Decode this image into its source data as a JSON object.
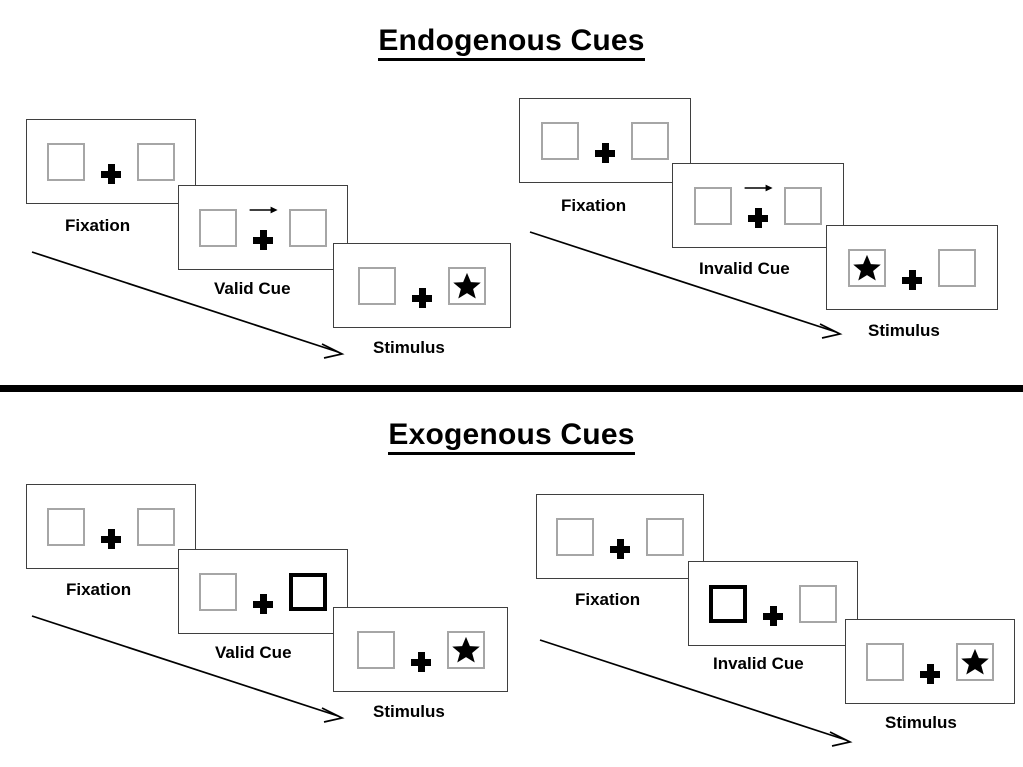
{
  "figure": {
    "title_top": "Endogenous Cues",
    "title_bottom": "Exogenous Cues"
  },
  "labels": {
    "fixation": "Fixation",
    "valid_cue": "Valid Cue",
    "invalid_cue": "Invalid Cue",
    "stimulus": "Stimulus"
  },
  "icons": {
    "fixation_cross": "plus-icon",
    "cue_arrow": "right-arrow-icon",
    "target": "star-icon",
    "time_arrow": "time-arrow-icon"
  },
  "colors": {
    "box_border": "#a6a6a6",
    "box_border_cued": "#000000",
    "frame_border": "#3f3f3f",
    "ink": "#000000",
    "background": "#ffffff"
  },
  "sections": [
    {
      "id": "endogenous",
      "title": "Endogenous Cues",
      "cue_type": "central-arrow",
      "sequences": [
        {
          "id": "endogenous-valid",
          "condition": "Valid Cue",
          "panels": [
            {
              "caption": "Fixation",
              "arrow": false,
              "left_box": {
                "star": false,
                "highlight": false
              },
              "right_box": {
                "star": false,
                "highlight": false
              }
            },
            {
              "caption": "Valid Cue",
              "arrow": true,
              "left_box": {
                "star": false,
                "highlight": false
              },
              "right_box": {
                "star": false,
                "highlight": false
              }
            },
            {
              "caption": "Stimulus",
              "arrow": false,
              "left_box": {
                "star": false,
                "highlight": false
              },
              "right_box": {
                "star": true,
                "highlight": false
              }
            }
          ]
        },
        {
          "id": "endogenous-invalid",
          "condition": "Invalid Cue",
          "panels": [
            {
              "caption": "Fixation",
              "arrow": false,
              "left_box": {
                "star": false,
                "highlight": false
              },
              "right_box": {
                "star": false,
                "highlight": false
              }
            },
            {
              "caption": "Invalid Cue",
              "arrow": true,
              "left_box": {
                "star": false,
                "highlight": false
              },
              "right_box": {
                "star": false,
                "highlight": false
              }
            },
            {
              "caption": "Stimulus",
              "arrow": false,
              "left_box": {
                "star": true,
                "highlight": false
              },
              "right_box": {
                "star": false,
                "highlight": false
              }
            }
          ]
        }
      ]
    },
    {
      "id": "exogenous",
      "title": "Exogenous Cues",
      "cue_type": "peripheral-box-flash",
      "sequences": [
        {
          "id": "exogenous-valid",
          "condition": "Valid Cue",
          "panels": [
            {
              "caption": "Fixation",
              "arrow": false,
              "left_box": {
                "star": false,
                "highlight": false
              },
              "right_box": {
                "star": false,
                "highlight": false
              }
            },
            {
              "caption": "Valid Cue",
              "arrow": false,
              "left_box": {
                "star": false,
                "highlight": false
              },
              "right_box": {
                "star": false,
                "highlight": true
              }
            },
            {
              "caption": "Stimulus",
              "arrow": false,
              "left_box": {
                "star": false,
                "highlight": false
              },
              "right_box": {
                "star": true,
                "highlight": false
              }
            }
          ]
        },
        {
          "id": "exogenous-invalid",
          "condition": "Invalid Cue",
          "panels": [
            {
              "caption": "Fixation",
              "arrow": false,
              "left_box": {
                "star": false,
                "highlight": false
              },
              "right_box": {
                "star": false,
                "highlight": false
              }
            },
            {
              "caption": "Invalid Cue",
              "arrow": false,
              "left_box": {
                "star": false,
                "highlight": true
              },
              "right_box": {
                "star": false,
                "highlight": false
              }
            },
            {
              "caption": "Stimulus",
              "arrow": false,
              "left_box": {
                "star": false,
                "highlight": false
              },
              "right_box": {
                "star": true,
                "highlight": false
              }
            }
          ]
        }
      ]
    }
  ]
}
